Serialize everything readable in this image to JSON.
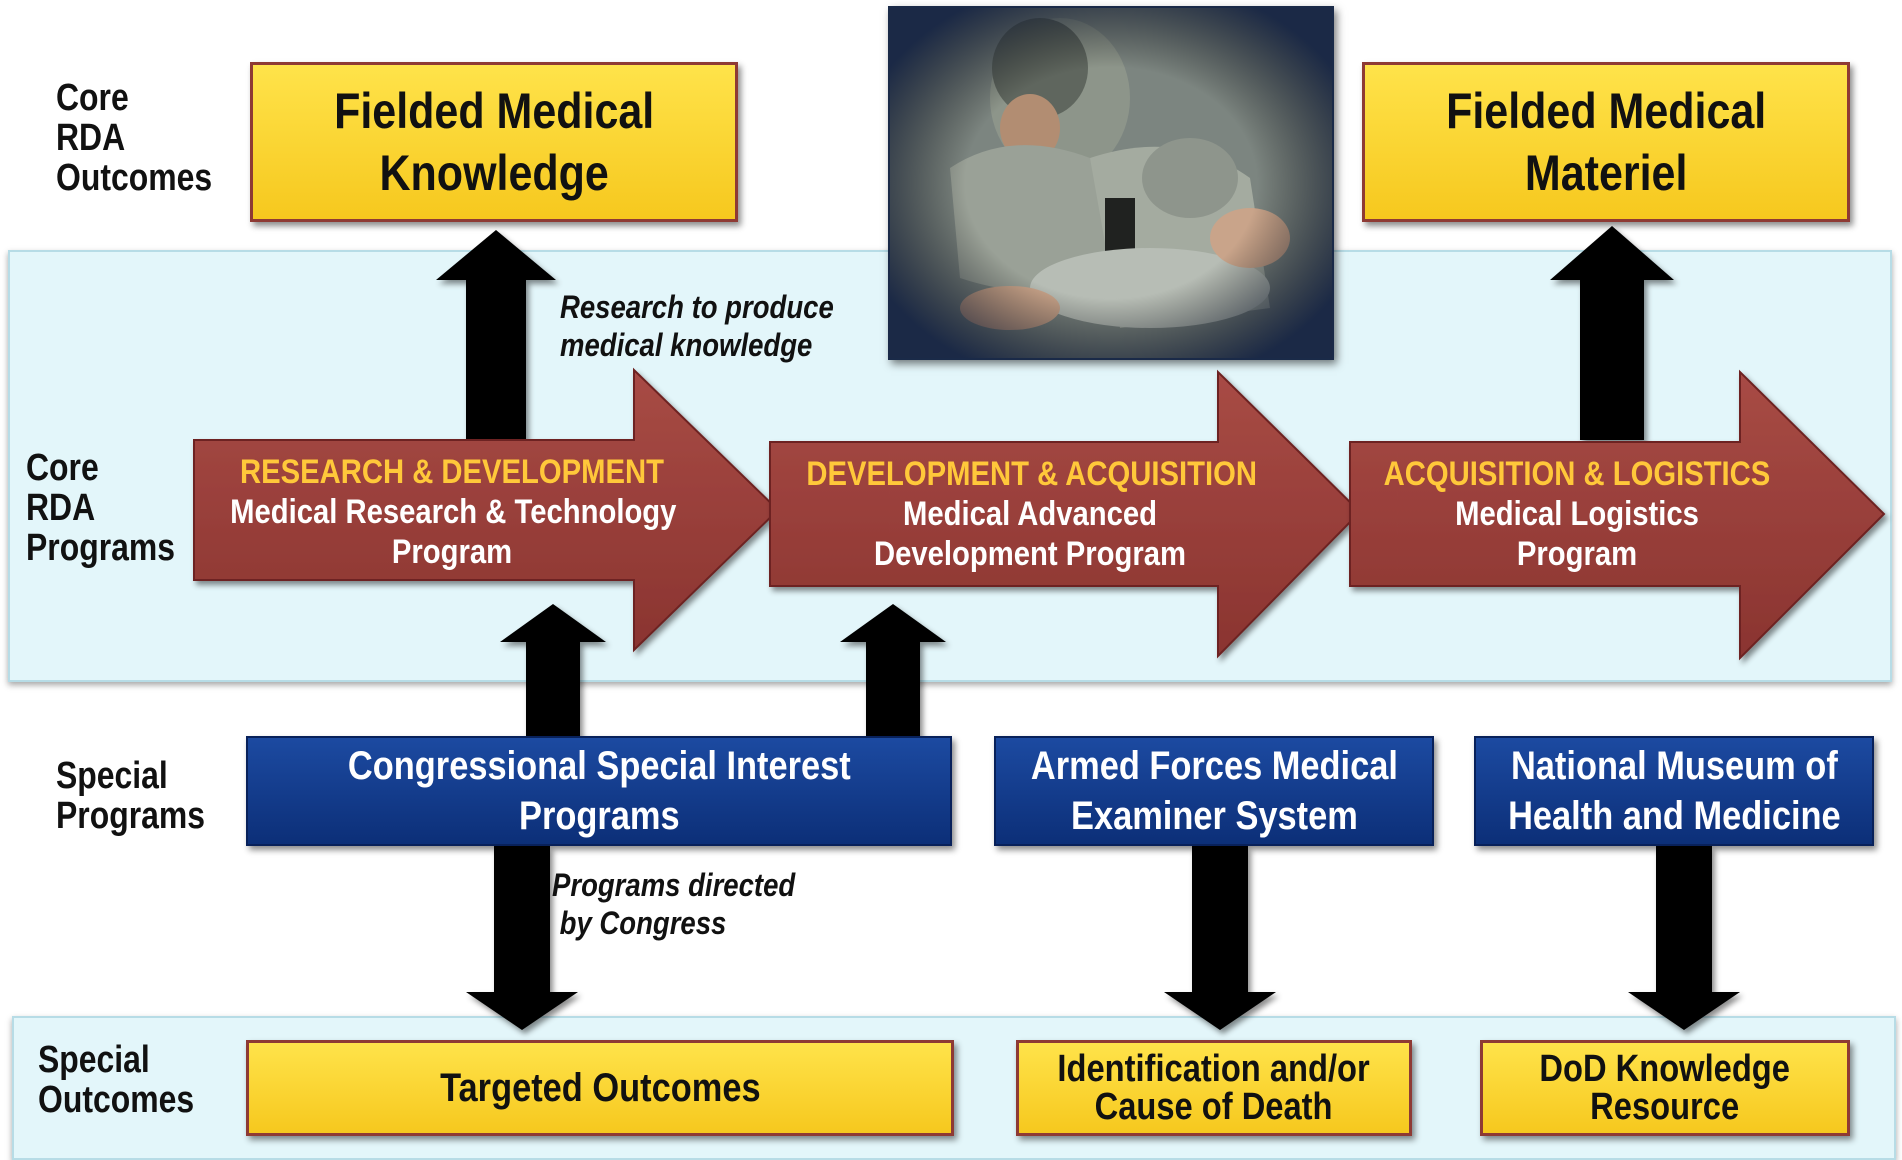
{
  "rows": {
    "core_outcomes": "Core\nRDA\nOutcomes",
    "core_programs": "Core\nRDA\nPrograms",
    "special_programs": "Special\nPrograms",
    "special_outcomes": "Special\nOutcomes"
  },
  "outcomes": {
    "knowledge": "Fielded Medical\nKnowledge",
    "materiel": "Fielded Medical\nMateriel"
  },
  "programs": [
    {
      "heading": "RESEARCH & DEVELOPMENT",
      "name": "Medical Research & Technology\nProgram"
    },
    {
      "heading": "DEVELOPMENT & ACQUISITION",
      "name": "Medical Advanced\nDevelopment Program"
    },
    {
      "heading": "ACQUISITION & LOGISTICS",
      "name": "Medical Logistics\nProgram"
    }
  ],
  "notes": {
    "research": "Research to produce\nmedical knowledge",
    "congress": "Programs directed\n by Congress"
  },
  "special_programs": [
    {
      "name": "Congressional Special Interest\nPrograms"
    },
    {
      "name": "Armed Forces Medical\nExaminer System"
    },
    {
      "name": "National Museum of\nHealth and Medicine"
    }
  ],
  "special_outcomes": [
    {
      "name": "Targeted Outcomes"
    },
    {
      "name": "Identification and/or\nCause of Death"
    },
    {
      "name": "DoD Knowledge\nResource"
    }
  ],
  "colors": {
    "arrow_red": "#9b3f3b",
    "outcome_yellow": "#ffd633",
    "program_blue": "#133d8f",
    "band_blue": "#e3f6fa",
    "heading_gold": "#ffc83a"
  },
  "icons": {
    "photo": "soldiers-medical-training-photo"
  }
}
